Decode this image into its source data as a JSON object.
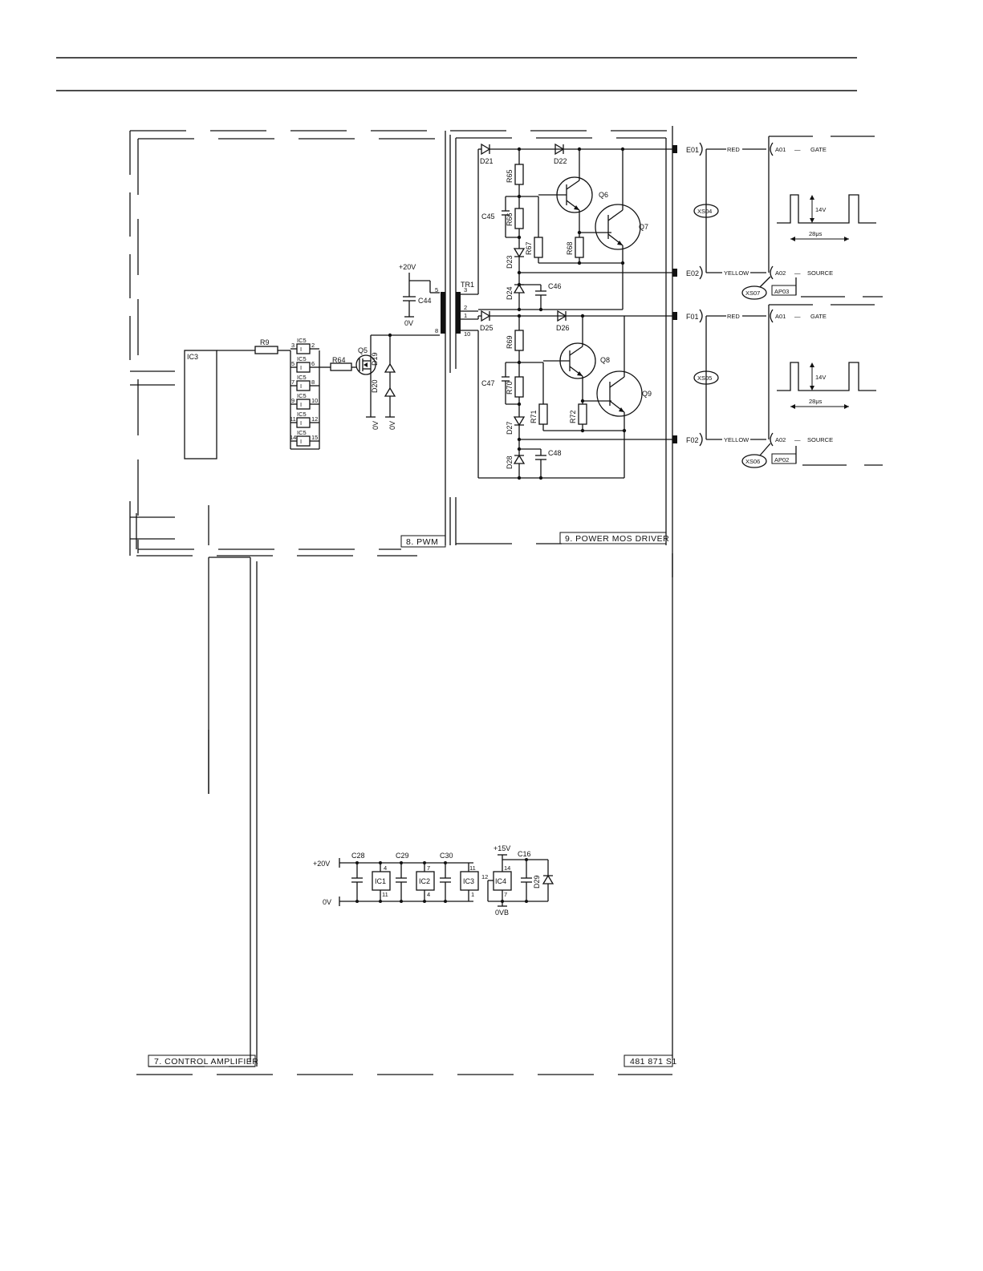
{
  "blocks": {
    "pwm": "8. PWM",
    "driver": "9. POWER MOS DRIVER",
    "control": "7. CONTROL AMPLIFIER",
    "drawing_no": "481 871 S1"
  },
  "pwm": {
    "ic3": "IC3",
    "r9": "R9",
    "r64": "R64",
    "q5": "Q5",
    "d19": "D19",
    "d20": "D20",
    "ic5_gates": [
      "IC5",
      "IC5",
      "IC5",
      "IC5",
      "IC5",
      "IC5"
    ],
    "ic5_pins": [
      "3",
      "2",
      "5",
      "6",
      "7",
      "8",
      "9",
      "10",
      "11",
      "12",
      "14",
      "15"
    ],
    "ov1": "0V",
    "ov2": "0V",
    "supply": "+20V",
    "c44": "C44",
    "ov3": "0V",
    "tr1": "TR1",
    "tr_pins": [
      "5",
      "3",
      "2",
      "1",
      "8",
      "10"
    ]
  },
  "driver": {
    "upper": {
      "d21": "D21",
      "d22": "D22",
      "r65": "R65",
      "c45": "C45",
      "r66": "R66",
      "q6": "Q6",
      "q7": "Q7",
      "r67": "R67",
      "r68": "R68",
      "d23": "D23",
      "d24": "D24",
      "c46": "C46"
    },
    "lower": {
      "d25": "D25",
      "d26": "D26",
      "r69": "R69",
      "c47": "C47",
      "r70": "R70",
      "q8": "Q8",
      "q9": "Q9",
      "r71": "R71",
      "r72": "R72",
      "d27": "D27",
      "d28": "D28",
      "c48": "C48"
    }
  },
  "connectors": {
    "e01": "E01",
    "e02": "E02",
    "f01": "F01",
    "f02": "F02",
    "xs04": "XS04",
    "xs05": "XS05",
    "xs07": "XS07",
    "xs06": "XS06",
    "red1": "RED",
    "yellow1": "YELLOW",
    "red2": "RED",
    "yellow2": "YELLOW"
  },
  "outputs": {
    "top": {
      "a01": "A01",
      "gate": "GATE",
      "a02": "A02",
      "source": "SOURCE",
      "ap": "AP03",
      "amp": "14V",
      "period": "28μs"
    },
    "bottom": {
      "a01": "A01",
      "gate": "GATE",
      "a02": "A02",
      "source": "SOURCE",
      "ap": "AP02",
      "amp": "14V",
      "period": "28μs"
    }
  },
  "power": {
    "plus20": "+20V",
    "ov": "0V",
    "c28": "C28",
    "c29": "C29",
    "c30": "C30",
    "c16": "C16",
    "ic1": "IC1",
    "ic2": "IC2",
    "ic3": "IC3",
    "ic4": "IC4",
    "plus15": "+15V",
    "d29": "D29",
    "ovb": "0VB",
    "pins": {
      "ic1_top": "4",
      "ic1_bot": "11",
      "ic2_top": "7",
      "ic2_bot": "4",
      "ic3_top": "11",
      "ic3_bot": "1",
      "ic4_in": "12",
      "ic4_top": "14",
      "ic4_bot": "7"
    }
  }
}
